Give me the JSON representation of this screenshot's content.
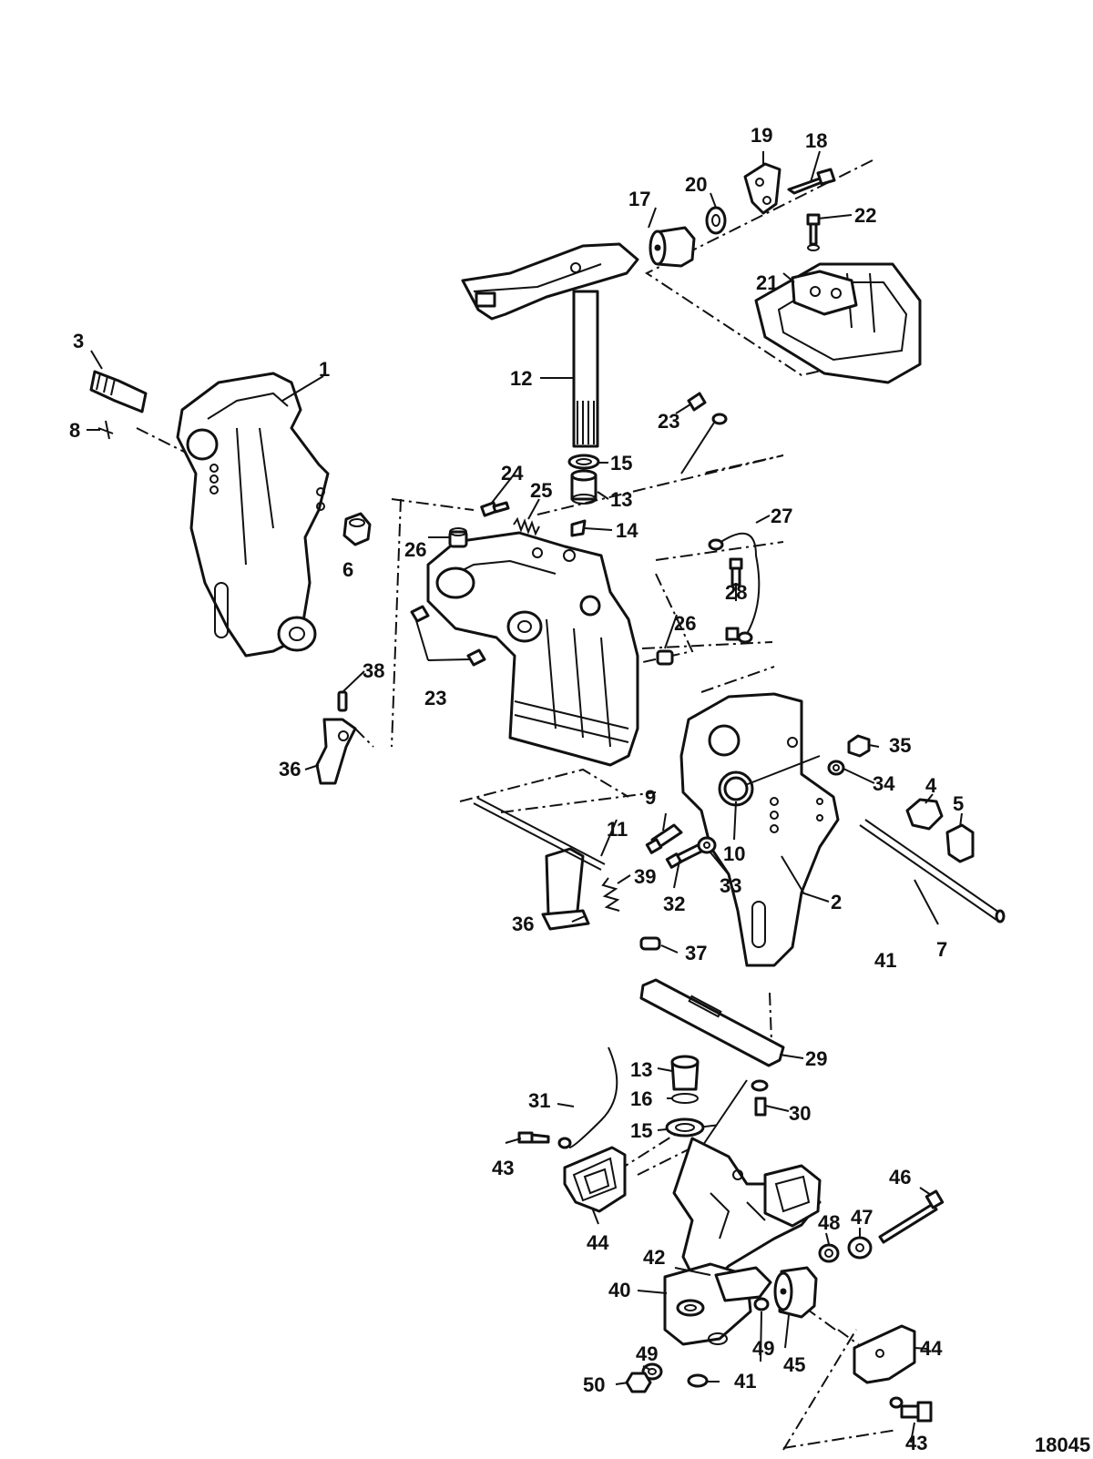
{
  "figure_number": "18045",
  "callouts": [
    "1",
    "2",
    "3",
    "4",
    "5",
    "6",
    "7",
    "8",
    "9",
    "10",
    "11",
    "12",
    "13",
    "13",
    "14",
    "15",
    "15",
    "16",
    "17",
    "18",
    "19",
    "20",
    "21",
    "22",
    "23",
    "23",
    "24",
    "25",
    "26",
    "26",
    "27",
    "28",
    "29",
    "30",
    "31",
    "32",
    "33",
    "34",
    "35",
    "36",
    "36",
    "37",
    "38",
    "39",
    "40",
    "41",
    "41",
    "42",
    "43",
    "43",
    "44",
    "44",
    "45",
    "46",
    "47",
    "48",
    "49",
    "49",
    "50"
  ]
}
